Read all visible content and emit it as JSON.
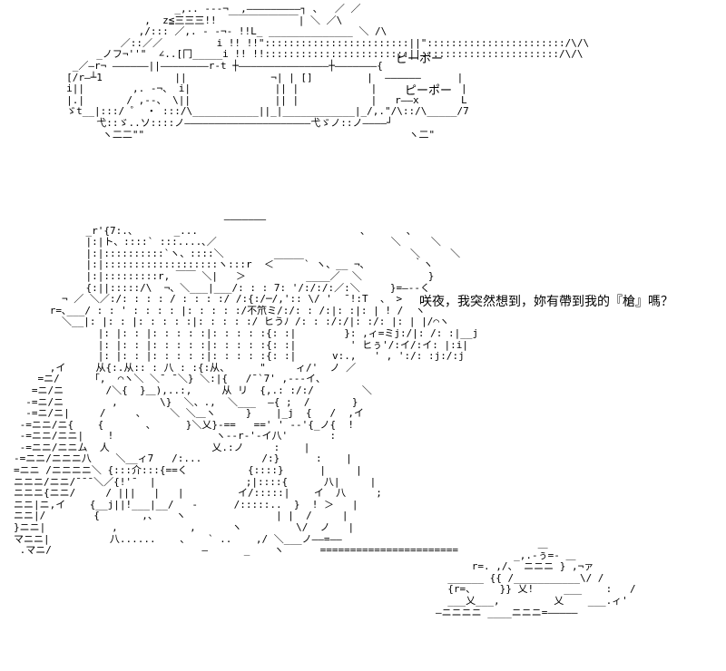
{
  "van": {
    "art": [
      "                       _,.. --‐¬  ,―――――――――┐ 、  ／ ／",
      "                  ,  z≦三三三!!  ￣￣￣￣￣￣￣| ＼ ／\\",
      "                 ,/::: ／,. - ‐¬‐ !!L_ ______________ ＼ /\\",
      "              ／::／／         i !! !!\"::::::::::::::::::::::::||\":::::::::::::::::::::::/\\/\\",
      "          _ノフ¬''\"  ∠..[冂_____i !! !!::::::::::::::::::::::::||:::::::::::::::::::::::/\\/\\",
      "      _／―r¬ ――――――||――――――――r‐t ┼―――――――――――――――┼―――――――{",
      "     [/r―┴1            ||              ¬| | []         |  ――――――      |",
      "     i||        ,. ‐¬、 i|              || |            |              |",
      "     |.|       / ,--、 \\||              || |            |   r――x       L",
      "     ゞt__|:::/ ゜ ・ :::/\\___________||_|____________|_/,.\"/\\::/\\_____/7",
      "          弋::ゞ..ソ::::ノ―――――――――――――――――――――弋ゞノ::ノ――――┘",
      "           ヽ二二\"\"                                            ヽ二\""
    ],
    "siren_1": "ピーポー",
    "siren_2": "ピーポー"
  },
  "scene": {
    "art": [
      "                                   ―――――――",
      "            _r'{7:.、      _...                           、      、",
      "            |:|ト、::::` :::....､／                             ＼     ＼",
      "            |:|::::::::::`ヽ、::::＼                               ＼     ＼",
      "            |:|:::::::::::::::::::ヽ:::r  ＜￣￣￣` ヽ、__ ¬､        ｀ヽ",
      "            |:|:::::::::r, ￣￣ ＼|   ＞          ____／  ＼           }",
      "            {:||:::::/\\  ¬、＼___|___/: : : 7: '/:/:/:／:＼     }=―‐‐く",
      "        ¬ ／ ＼／:/: : : : / : : : :/ /:{:/─/,':: \\/ '  ¯!:T  、 >",
      "      r=､___/ : : ' : : : : |: : : : :/不笊ミ/:/: : /:|: :|: | ! /  ヽ",
      "        ＼__|: |: : |: : : : :|: : : : :/ ヒうﾉ /: : :/:/|: :/: |: | |/⌒ヽ",
      "              |: |: : |: : : : :|: : : : :{: :|        }: ,ィ=ミj:/|: /: :|__j",
      "              |: |: : |: : : : :|: : : : :{: :|         ' ヒぅ'/:イ/:イ: |:i|",
      "              |: |: : |: : : : :|: : : : :{: :|      v:.,   ' , ':/: :j:/:j",
      "      ,イ     从{:.从:: : 八 : :{:从、     \"     ィ/'  ノ ／",
      "    =ニ/     「,  ⌒ヽ＼ ＼¯ ¯＼} ＼:|{   /¯`7' ,‐‐‐イ、",
      "   =ニ/ニ       /＼{  }＿),..:,     从 リ  {,.: :/:/        ＼",
      "  -=ニ/ニ        ,       \\}  ＼、.,  ＼___  ―{ ;  /       }",
      "  -=ニ/ニ|     /     、    ＼ ＼＿ヽ     }    |_j  {   /  ,イ",
      " -=ニニ/ニ{    {       、     }＼乂}‐==   ==' ' ‐‐'{_ノ{  !",
      " -=ニニ/ニニ|    !                 ヽ‐‐r‐'‐イ八'       :",
      " -=ニニ/ニニム  人                 乂.:ノ     :    |",
      "-=ニニ/ニニニ八    ＼__ィ7   /:...          /:}      :    |",
      "=ニニ /ニニニニ＼ {:::介:::{==く          {::::}      |     |",
      "ニニニ/ニニ/¯¯¯＼／{!'¯  |               ;|::::{      八|     |",
      "ニニニ{ニニ/     / |||   |   |         イ/:::::|    イ  八     ;",
      "ニニ|ニ,イ    {__j||!___|__/   -      /:::::..  }  ! ＞   |",
      "ニニ|/        {       ,、   ヽ               | |  /     |",
      "}ニニ|           ,            ,      ヽ         \\/  ノ   |",
      "マニニ|          八......    、   ` ..    ,/ ＼___ノ――=――",
      " .マニ/                         ―      _    ヽ      ======================="
    ],
    "teapot_art": [
      "                 ＿",
      "             _,.‐ぅ=‐ ＿",
      "      r=. ,/、 ニニニ } ,¬ァ",
      "  ______ {{ /___________\\/ /",
      "  {r=、    }} 乂!     ___    :   /",
      "  ___乂___,         乂    ___.ィ'",
      "―ニニニニ ____ニニニ=―――――"
    ],
    "speech": "咲夜，我突然想到，妳有帶到我的『槍』嗎？"
  }
}
